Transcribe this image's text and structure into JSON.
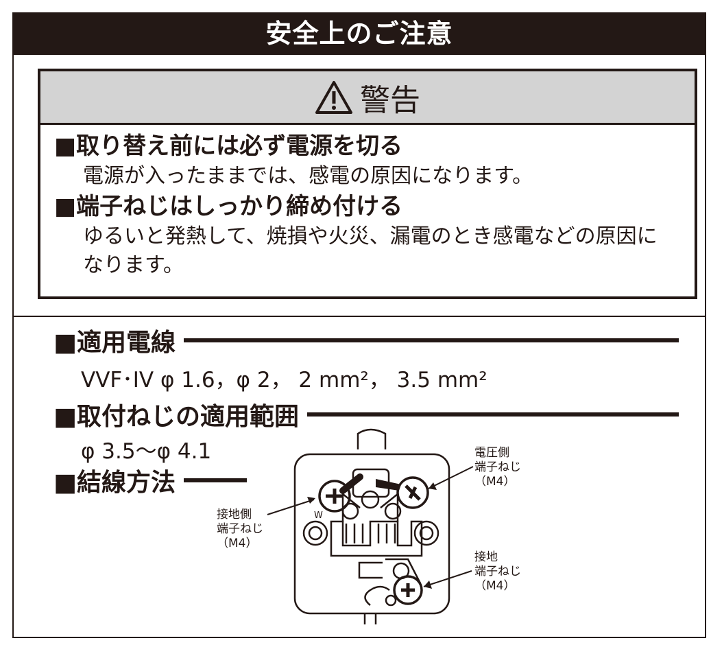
{
  "title": "安全上のご注意",
  "warning": {
    "icon": "warning-triangle-icon",
    "heading": "警告",
    "items": [
      {
        "heading": "■取り替え前には必ず電源を切る",
        "text": "電源が入ったままでは、感電の原因になります。"
      },
      {
        "heading": "■端子ねじはしっかり締め付ける",
        "text": "ゆるいと発熱して、焼損や火災、漏電のとき感電などの原因になります。"
      }
    ]
  },
  "sections": {
    "wire": {
      "heading": "■適用電線",
      "value": "VVF･IV φ 1.6，φ 2， 2 mm²， 3.5 mm²"
    },
    "screw": {
      "heading": "■取付ねじの適用範囲",
      "value": "φ 3.5〜φ 4.1"
    },
    "wiring": {
      "heading": "■結線方法"
    }
  },
  "diagram": {
    "label_voltage": [
      "電圧側",
      "端子ねじ",
      "（M4）"
    ],
    "label_ground_side": [
      "接地側",
      "端子ねじ",
      "（M4）"
    ],
    "label_earth": [
      "接地",
      "端子ねじ",
      "（M4）"
    ],
    "mark_w": "W"
  }
}
